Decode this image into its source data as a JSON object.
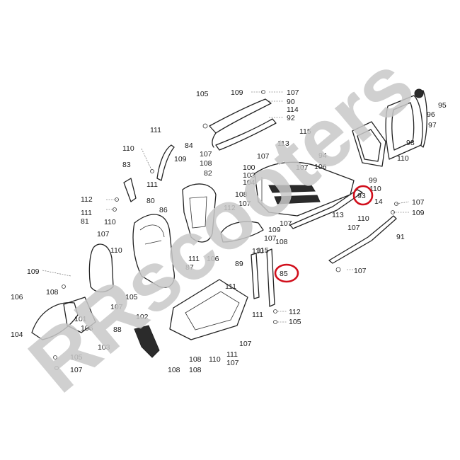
{
  "watermark": "RRscooters",
  "highlight_color": "#d10f1c",
  "highlighted_parts": [
    "93",
    "85"
  ],
  "callouts": [
    "105",
    "109",
    "107",
    "90",
    "92",
    "114",
    "115",
    "113",
    "107",
    "94",
    "106",
    "100",
    "103",
    "104",
    "107",
    "96",
    "95",
    "97",
    "98",
    "110",
    "99",
    "110",
    "14",
    "107",
    "109",
    "91",
    "111",
    "110",
    "84",
    "107",
    "108",
    "109",
    "82",
    "83",
    "111",
    "112",
    "80",
    "86",
    "108",
    "107",
    "112",
    "110",
    "111",
    "81",
    "107",
    "110",
    "111",
    "106",
    "87",
    "107",
    "108",
    "115",
    "113",
    "107",
    "110",
    "109",
    "109",
    "105",
    "106",
    "108",
    "101",
    "107",
    "106",
    "88",
    "102",
    "104",
    "105",
    "103",
    "107",
    "108",
    "108",
    "110",
    "111",
    "107",
    "108",
    "107",
    "89",
    "111",
    "110",
    "111",
    "112",
    "105",
    "107",
    "107"
  ],
  "labels": {
    "l85": "85",
    "l93": "93",
    "l91": "91"
  }
}
